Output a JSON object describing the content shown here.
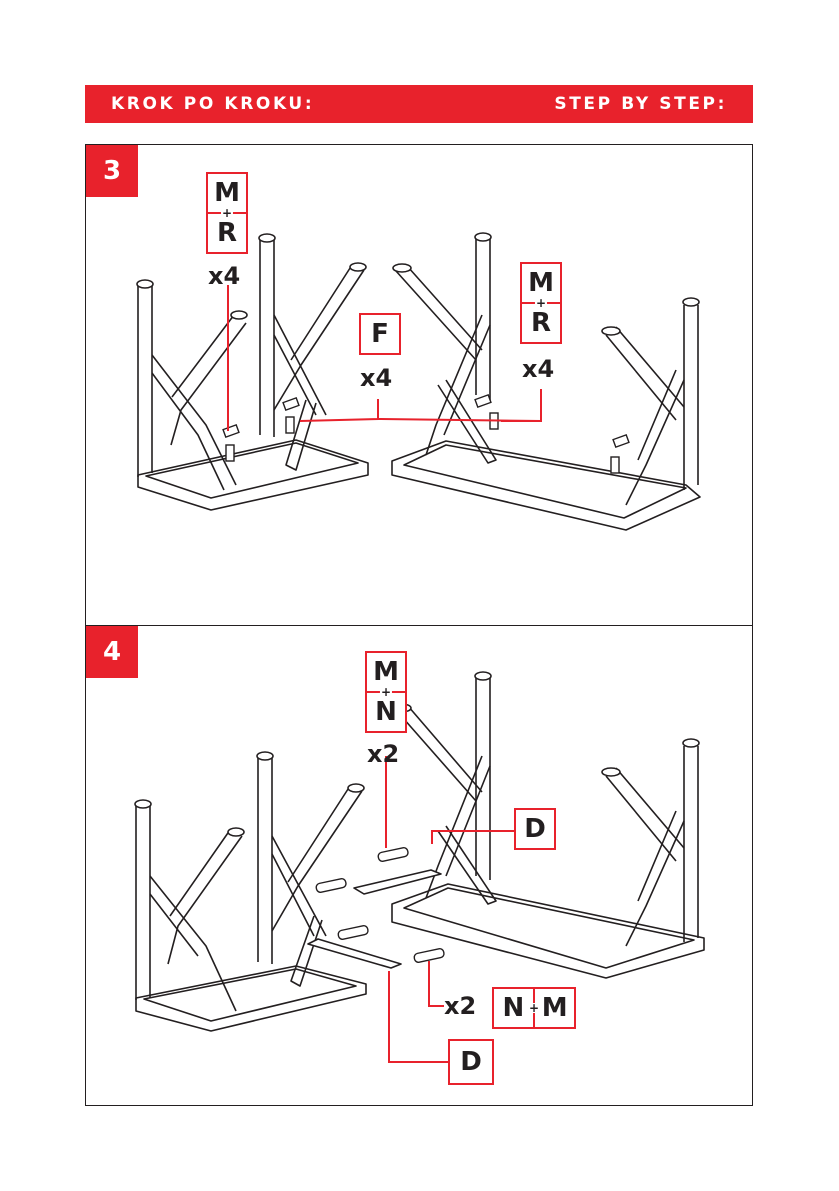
{
  "header": {
    "left": "KROK PO KROKU:",
    "right": "STEP BY STEP:"
  },
  "step3": {
    "number": "3",
    "callout_left": {
      "top": "M",
      "bottom": "R",
      "qty": "x4"
    },
    "callout_center": {
      "label": "F",
      "qty": "x4"
    },
    "callout_right": {
      "top": "M",
      "bottom": "R",
      "qty": "x4"
    }
  },
  "step4": {
    "number": "4",
    "callout_top": {
      "top": "M",
      "bottom": "N",
      "qty": "x2"
    },
    "callout_d_right": "D",
    "callout_bottom_pair": {
      "left": "N",
      "right": "M",
      "qty": "x2"
    },
    "callout_d_bottom": "D"
  },
  "colors": {
    "accent": "#e8222c",
    "ink": "#231f20"
  }
}
